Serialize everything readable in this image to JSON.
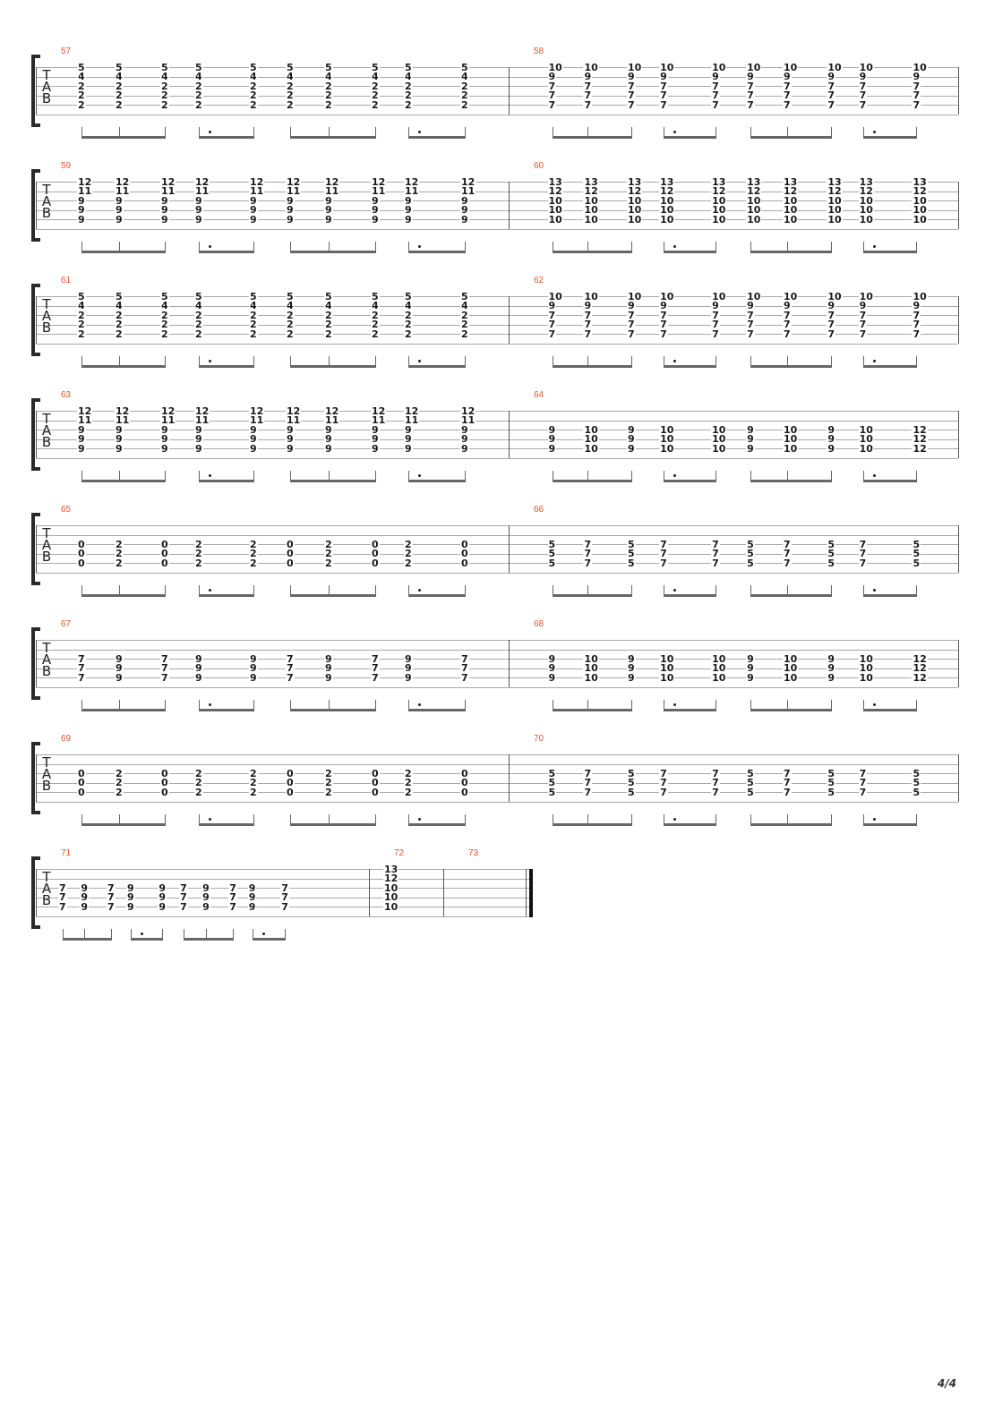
{
  "document": {
    "type": "guitar tablature",
    "page_number": "4/4",
    "tab_clef": [
      "T",
      "A",
      "B"
    ]
  },
  "colors": {
    "measure_number": "#e8542a",
    "staff_line": "#a9a9a9",
    "notation": "#1a1a1a"
  },
  "systems": [
    {
      "measures": [
        {
          "number": "57",
          "chords": [
            [
              "5",
              "4",
              "2",
              "2",
              "2"
            ],
            [
              "5",
              "4",
              "2",
              "2",
              "2"
            ],
            [
              "5",
              "4",
              "2",
              "2",
              "2"
            ],
            [
              "5",
              "4",
              "2",
              "2",
              "2"
            ],
            [
              "5",
              "4",
              "2",
              "2",
              "2"
            ],
            [
              "5",
              "4",
              "2",
              "2",
              "2"
            ],
            [
              "5",
              "4",
              "2",
              "2",
              "2"
            ],
            [
              "5",
              "4",
              "2",
              "2",
              "2"
            ],
            [
              "5",
              "4",
              "2",
              "2",
              "2"
            ],
            [
              "5",
              "4",
              "2",
              "2",
              "2"
            ]
          ]
        },
        {
          "number": "58",
          "chords": [
            [
              "10",
              "9",
              "7",
              "7",
              "7"
            ],
            [
              "10",
              "9",
              "7",
              "7",
              "7"
            ],
            [
              "10",
              "9",
              "7",
              "7",
              "7"
            ],
            [
              "10",
              "9",
              "7",
              "7",
              "7"
            ],
            [
              "10",
              "9",
              "7",
              "7",
              "7"
            ],
            [
              "10",
              "9",
              "7",
              "7",
              "7"
            ],
            [
              "10",
              "9",
              "7",
              "7",
              "7"
            ],
            [
              "10",
              "9",
              "7",
              "7",
              "7"
            ],
            [
              "10",
              "9",
              "7",
              "7",
              "7"
            ],
            [
              "10",
              "9",
              "7",
              "7",
              "7"
            ]
          ]
        }
      ]
    },
    {
      "measures": [
        {
          "number": "59",
          "chords": [
            [
              "12",
              "11",
              "9",
              "9",
              "9"
            ],
            [
              "12",
              "11",
              "9",
              "9",
              "9"
            ],
            [
              "12",
              "11",
              "9",
              "9",
              "9"
            ],
            [
              "12",
              "11",
              "9",
              "9",
              "9"
            ],
            [
              "12",
              "11",
              "9",
              "9",
              "9"
            ],
            [
              "12",
              "11",
              "9",
              "9",
              "9"
            ],
            [
              "12",
              "11",
              "9",
              "9",
              "9"
            ],
            [
              "12",
              "11",
              "9",
              "9",
              "9"
            ],
            [
              "12",
              "11",
              "9",
              "9",
              "9"
            ],
            [
              "12",
              "11",
              "9",
              "9",
              "9"
            ]
          ]
        },
        {
          "number": "60",
          "chords": [
            [
              "13",
              "12",
              "10",
              "10",
              "10"
            ],
            [
              "13",
              "12",
              "10",
              "10",
              "10"
            ],
            [
              "13",
              "12",
              "10",
              "10",
              "10"
            ],
            [
              "13",
              "12",
              "10",
              "10",
              "10"
            ],
            [
              "13",
              "12",
              "10",
              "10",
              "10"
            ],
            [
              "13",
              "12",
              "10",
              "10",
              "10"
            ],
            [
              "13",
              "12",
              "10",
              "10",
              "10"
            ],
            [
              "13",
              "12",
              "10",
              "10",
              "10"
            ],
            [
              "13",
              "12",
              "10",
              "10",
              "10"
            ],
            [
              "13",
              "12",
              "10",
              "10",
              "10"
            ]
          ]
        }
      ]
    },
    {
      "measures": [
        {
          "number": "61",
          "chords": [
            [
              "5",
              "4",
              "2",
              "2",
              "2"
            ],
            [
              "5",
              "4",
              "2",
              "2",
              "2"
            ],
            [
              "5",
              "4",
              "2",
              "2",
              "2"
            ],
            [
              "5",
              "4",
              "2",
              "2",
              "2"
            ],
            [
              "5",
              "4",
              "2",
              "2",
              "2"
            ],
            [
              "5",
              "4",
              "2",
              "2",
              "2"
            ],
            [
              "5",
              "4",
              "2",
              "2",
              "2"
            ],
            [
              "5",
              "4",
              "2",
              "2",
              "2"
            ],
            [
              "5",
              "4",
              "2",
              "2",
              "2"
            ],
            [
              "5",
              "4",
              "2",
              "2",
              "2"
            ]
          ]
        },
        {
          "number": "62",
          "chords": [
            [
              "10",
              "9",
              "7",
              "7",
              "7"
            ],
            [
              "10",
              "9",
              "7",
              "7",
              "7"
            ],
            [
              "10",
              "9",
              "7",
              "7",
              "7"
            ],
            [
              "10",
              "9",
              "7",
              "7",
              "7"
            ],
            [
              "10",
              "9",
              "7",
              "7",
              "7"
            ],
            [
              "10",
              "9",
              "7",
              "7",
              "7"
            ],
            [
              "10",
              "9",
              "7",
              "7",
              "7"
            ],
            [
              "10",
              "9",
              "7",
              "7",
              "7"
            ],
            [
              "10",
              "9",
              "7",
              "7",
              "7"
            ],
            [
              "10",
              "9",
              "7",
              "7",
              "7"
            ]
          ]
        }
      ]
    },
    {
      "measures": [
        {
          "number": "63",
          "chords": [
            [
              "12",
              "11",
              "9",
              "9",
              "9"
            ],
            [
              "12",
              "11",
              "9",
              "9",
              "9"
            ],
            [
              "12",
              "11",
              "9",
              "9",
              "9"
            ],
            [
              "12",
              "11",
              "9",
              "9",
              "9"
            ],
            [
              "12",
              "11",
              "9",
              "9",
              "9"
            ],
            [
              "12",
              "11",
              "9",
              "9",
              "9"
            ],
            [
              "12",
              "11",
              "9",
              "9",
              "9"
            ],
            [
              "12",
              "11",
              "9",
              "9",
              "9"
            ],
            [
              "12",
              "11",
              "9",
              "9",
              "9"
            ],
            [
              "12",
              "11",
              "9",
              "9",
              "9"
            ]
          ]
        },
        {
          "number": "64",
          "chords": [
            [
              "9",
              "9",
              "9"
            ],
            [
              "10",
              "10",
              "10"
            ],
            [
              "9",
              "9",
              "9"
            ],
            [
              "10",
              "10",
              "10"
            ],
            [
              "10",
              "10",
              "10"
            ],
            [
              "9",
              "9",
              "9"
            ],
            [
              "10",
              "10",
              "10"
            ],
            [
              "9",
              "9",
              "9"
            ],
            [
              "10",
              "10",
              "10"
            ],
            [
              "12",
              "12",
              "12"
            ]
          ]
        }
      ]
    },
    {
      "measures": [
        {
          "number": "65",
          "chords": [
            [
              "0",
              "0",
              "0"
            ],
            [
              "2",
              "2",
              "2"
            ],
            [
              "0",
              "0",
              "0"
            ],
            [
              "2",
              "2",
              "2"
            ],
            [
              "2",
              "2",
              "2"
            ],
            [
              "0",
              "0",
              "0"
            ],
            [
              "2",
              "2",
              "2"
            ],
            [
              "0",
              "0",
              "0"
            ],
            [
              "2",
              "2",
              "2"
            ],
            [
              "0",
              "0",
              "0"
            ]
          ]
        },
        {
          "number": "66",
          "chords": [
            [
              "5",
              "5",
              "5"
            ],
            [
              "7",
              "7",
              "7"
            ],
            [
              "5",
              "5",
              "5"
            ],
            [
              "7",
              "7",
              "7"
            ],
            [
              "7",
              "7",
              "7"
            ],
            [
              "5",
              "5",
              "5"
            ],
            [
              "7",
              "7",
              "7"
            ],
            [
              "5",
              "5",
              "5"
            ],
            [
              "7",
              "7",
              "7"
            ],
            [
              "5",
              "5",
              "5"
            ]
          ]
        }
      ]
    },
    {
      "measures": [
        {
          "number": "67",
          "chords": [
            [
              "7",
              "7",
              "7"
            ],
            [
              "9",
              "9",
              "9"
            ],
            [
              "7",
              "7",
              "7"
            ],
            [
              "9",
              "9",
              "9"
            ],
            [
              "9",
              "9",
              "9"
            ],
            [
              "7",
              "7",
              "7"
            ],
            [
              "9",
              "9",
              "9"
            ],
            [
              "7",
              "7",
              "7"
            ],
            [
              "9",
              "9",
              "9"
            ],
            [
              "7",
              "7",
              "7"
            ]
          ]
        },
        {
          "number": "68",
          "chords": [
            [
              "9",
              "9",
              "9"
            ],
            [
              "10",
              "10",
              "10"
            ],
            [
              "9",
              "9",
              "9"
            ],
            [
              "10",
              "10",
              "10"
            ],
            [
              "10",
              "10",
              "10"
            ],
            [
              "9",
              "9",
              "9"
            ],
            [
              "10",
              "10",
              "10"
            ],
            [
              "9",
              "9",
              "9"
            ],
            [
              "10",
              "10",
              "10"
            ],
            [
              "12",
              "12",
              "12"
            ]
          ]
        }
      ]
    },
    {
      "measures": [
        {
          "number": "69",
          "chords": [
            [
              "0",
              "0",
              "0"
            ],
            [
              "2",
              "2",
              "2"
            ],
            [
              "0",
              "0",
              "0"
            ],
            [
              "2",
              "2",
              "2"
            ],
            [
              "2",
              "2",
              "2"
            ],
            [
              "0",
              "0",
              "0"
            ],
            [
              "2",
              "2",
              "2"
            ],
            [
              "0",
              "0",
              "0"
            ],
            [
              "2",
              "2",
              "2"
            ],
            [
              "0",
              "0",
              "0"
            ]
          ]
        },
        {
          "number": "70",
          "chords": [
            [
              "5",
              "5",
              "5"
            ],
            [
              "7",
              "7",
              "7"
            ],
            [
              "5",
              "5",
              "5"
            ],
            [
              "7",
              "7",
              "7"
            ],
            [
              "7",
              "7",
              "7"
            ],
            [
              "5",
              "5",
              "5"
            ],
            [
              "7",
              "7",
              "7"
            ],
            [
              "5",
              "5",
              "5"
            ],
            [
              "7",
              "7",
              "7"
            ],
            [
              "5",
              "5",
              "5"
            ]
          ]
        }
      ]
    },
    {
      "measures": [
        {
          "number": "71",
          "chords": [
            [
              "7",
              "7",
              "7"
            ],
            [
              "9",
              "9",
              "9"
            ],
            [
              "7",
              "7",
              "7"
            ],
            [
              "9",
              "9",
              "9"
            ],
            [
              "9",
              "9",
              "9"
            ],
            [
              "7",
              "7",
              "7"
            ],
            [
              "9",
              "9",
              "9"
            ],
            [
              "7",
              "7",
              "7"
            ],
            [
              "9",
              "9",
              "9"
            ],
            [
              "7",
              "7",
              "7"
            ]
          ]
        },
        {
          "number": "72",
          "chords": [
            [
              "13",
              "12",
              "10",
              "10",
              "10"
            ]
          ]
        },
        {
          "number": "73",
          "chords": []
        }
      ]
    }
  ]
}
